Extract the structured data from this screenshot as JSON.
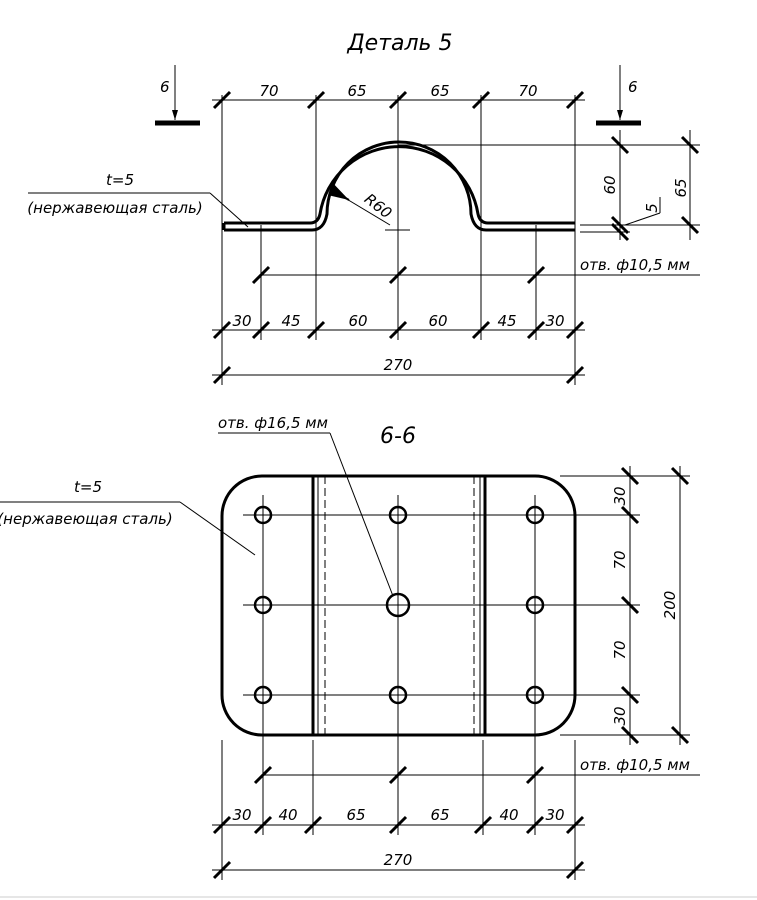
{
  "title": "Деталь 5",
  "section_title": "6-6",
  "section_mark": "6",
  "thickness": "t=5",
  "material": "(нержавеющая сталь)",
  "hole_small": "отв. ф10,5 мм",
  "hole_large": "отв. ф16,5 мм",
  "radius": "R60",
  "top_view": {
    "top_dims": [
      "70",
      "65",
      "65",
      "70"
    ],
    "height_dims": [
      "60",
      "65",
      "5"
    ],
    "hole_dims": [
      "30",
      "45",
      "60",
      "60",
      "45",
      "30"
    ],
    "total": "270"
  },
  "plan_view": {
    "right_dims": [
      "30",
      "70",
      "70",
      "30"
    ],
    "height_total": "200",
    "bottom_dims": [
      "30",
      "40",
      "65",
      "65",
      "40",
      "30"
    ],
    "total": "270"
  }
}
